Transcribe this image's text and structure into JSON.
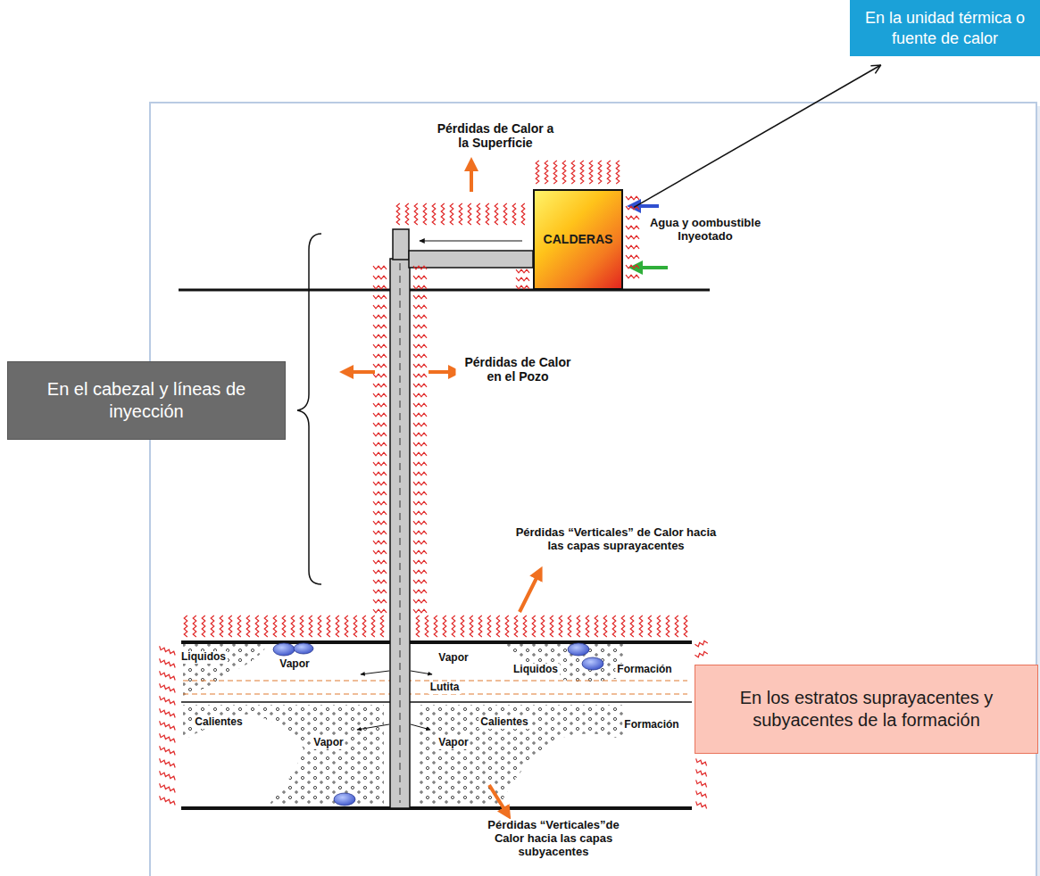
{
  "diagram": {
    "nodes": [
      {
        "text": [
          "En la unidad térmica  o fuente de calor"
        ]
      },
      {
        "text": [
          "CALDERAS"
        ]
      },
      {
        "text": [
          "En el cabezal y líneas de inyección"
        ]
      },
      {
        "text": [
          "En los estratos suprayacentes y subyacentes de la formación"
        ]
      }
    ],
    "edges": [
      {
        "from": 1,
        "to": 0,
        "arrow": "to"
      }
    ],
    "labels": [
      "Pérdidas de Calor a la Superficie",
      "Agua y oombustible Inyeotado",
      "Pérdidas de Calor en el Pozo",
      "Pérdidas “Verticales” de Calor hacia las capas suprayacentes",
      "Liquidos",
      "Vapor",
      "Vapor",
      "Liquidos",
      "Formación",
      "Lutita",
      "Calientes",
      "Vapor",
      "Vapor",
      "Calientes",
      "Formación",
      "Pérdidas “Verticales”de Calor hacia las capas subyacentes"
    ]
  }
}
